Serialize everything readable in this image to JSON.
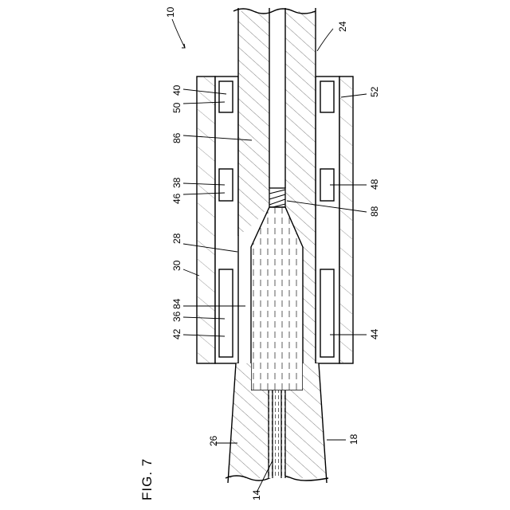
{
  "figure": {
    "label": "FIG. 7"
  },
  "refs": {
    "r10": "10",
    "r24": "24",
    "r40": "40",
    "r50": "50",
    "r52": "52",
    "r86": "86",
    "r38": "38",
    "r46": "46",
    "r48": "48",
    "r88": "88",
    "r28": "28",
    "r30": "30",
    "r84": "84",
    "r36": "36",
    "r42": "42",
    "r44": "44",
    "r26": "26",
    "r18": "18",
    "r14": "14"
  }
}
